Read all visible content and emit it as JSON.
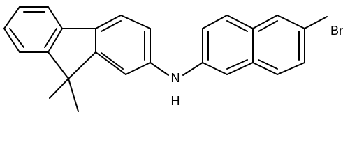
{
  "structure": {
    "atom_labels": {
      "amine": "N",
      "amine_h": "H",
      "bromine": "Br"
    },
    "colors": {
      "bond": "#000000",
      "background": "#ffffff"
    }
  }
}
